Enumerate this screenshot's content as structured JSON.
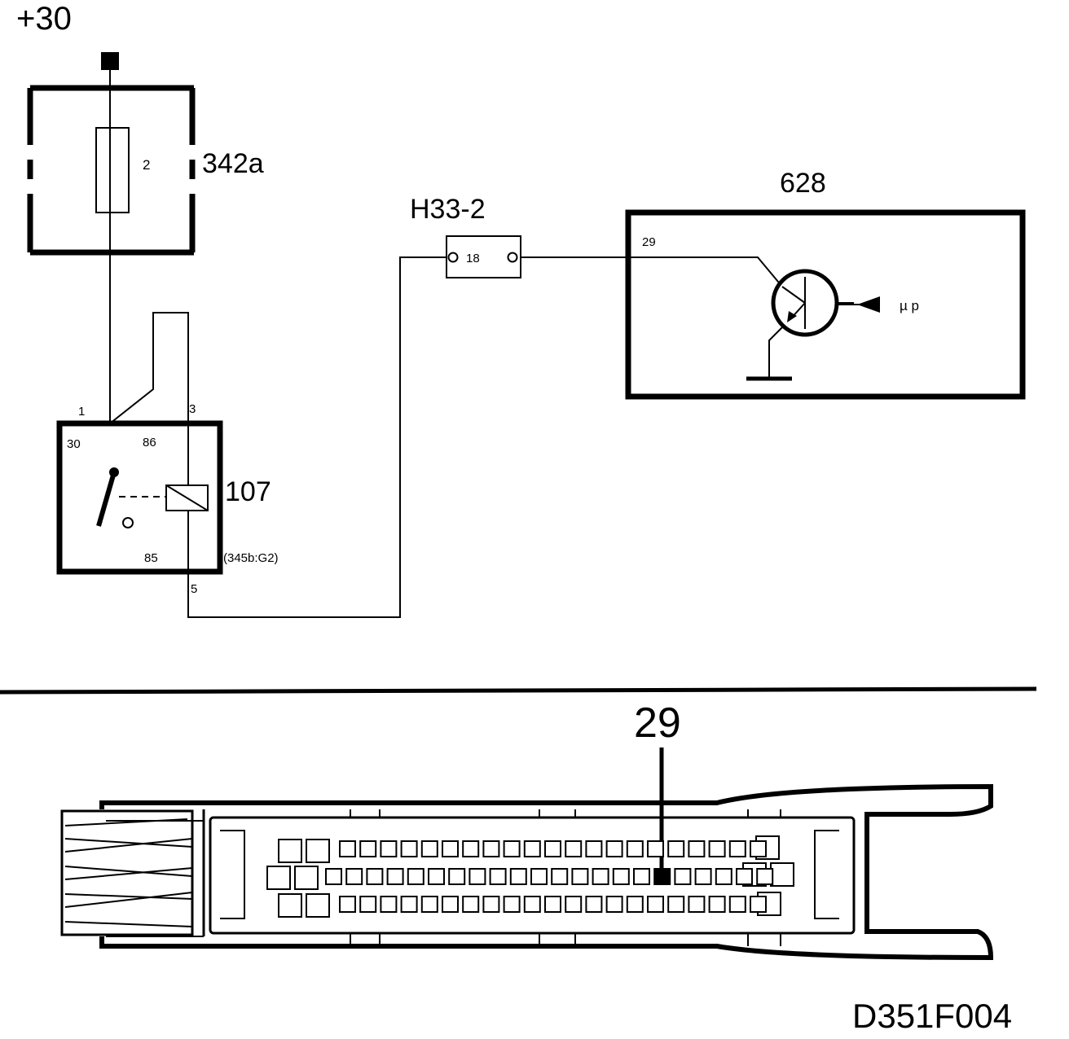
{
  "labels": {
    "supply": "+30",
    "fuse_box": "342a",
    "fuse_number": "2",
    "relay": "107",
    "relay_ref": "(345b:G2)",
    "relay_pin_ext_1": "1",
    "relay_pin_ext_3": "3",
    "relay_pin_ext_5": "5",
    "relay_term_30": "30",
    "relay_term_86": "86",
    "relay_term_85": "85",
    "connector": "H33-2",
    "connector_pin": "18",
    "ecu": "628",
    "ecu_pin": "29",
    "ecu_signal": "µ p",
    "connector_view_pin": "29",
    "drawing_id": "D351F004"
  },
  "connector_view": {
    "highlighted_pin": 29,
    "row_top_count": 21,
    "row_middle_count": 22,
    "row_bottom_count": 21
  },
  "colors": {
    "ink": "#000000",
    "paper": "#ffffff"
  }
}
